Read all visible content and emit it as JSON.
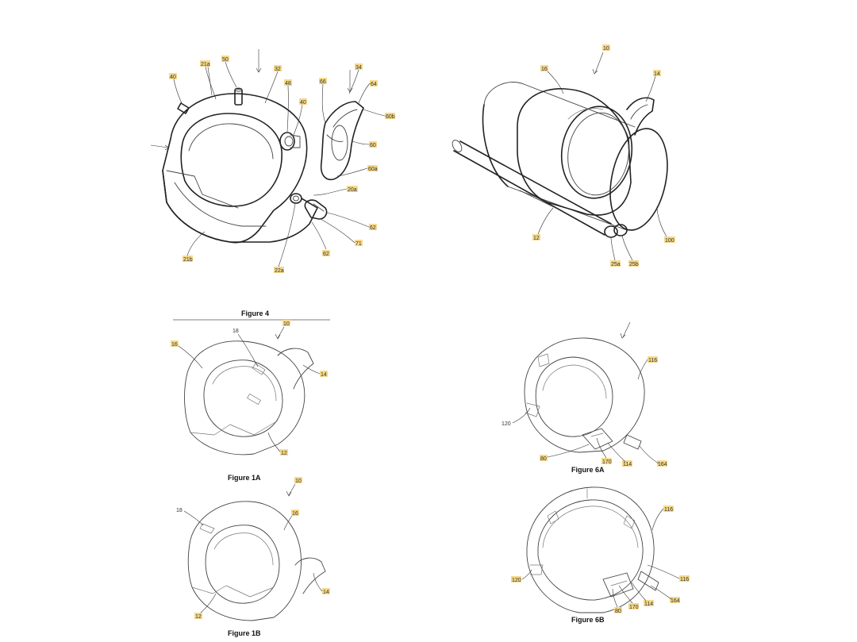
{
  "captions": {
    "fig4": "Figure 4",
    "fig1a": "Figure 1A",
    "fig1b": "Figure 1B",
    "fig6a": "Figure 6A",
    "fig6b": "Figure 6B"
  },
  "labels": {
    "fig4": [
      "21a",
      "50",
      "32",
      "40",
      "48",
      "40",
      "66",
      "34",
      "64",
      "60b",
      "60",
      "60a",
      "20a",
      "62",
      "71",
      "62",
      "22a",
      "21b"
    ],
    "fig5": [
      "10",
      "16",
      "14",
      "12",
      "100",
      "25a",
      "25b"
    ],
    "fig1a": [
      "18",
      "10",
      "16",
      "14",
      "12"
    ],
    "fig1b": [
      "10",
      "18",
      "16",
      "14",
      "12"
    ],
    "fig6a": [
      "116",
      "120",
      "80",
      "170",
      "114",
      "164"
    ],
    "fig6b": [
      "116",
      "120",
      "116",
      "80",
      "170",
      "114",
      "164"
    ]
  }
}
